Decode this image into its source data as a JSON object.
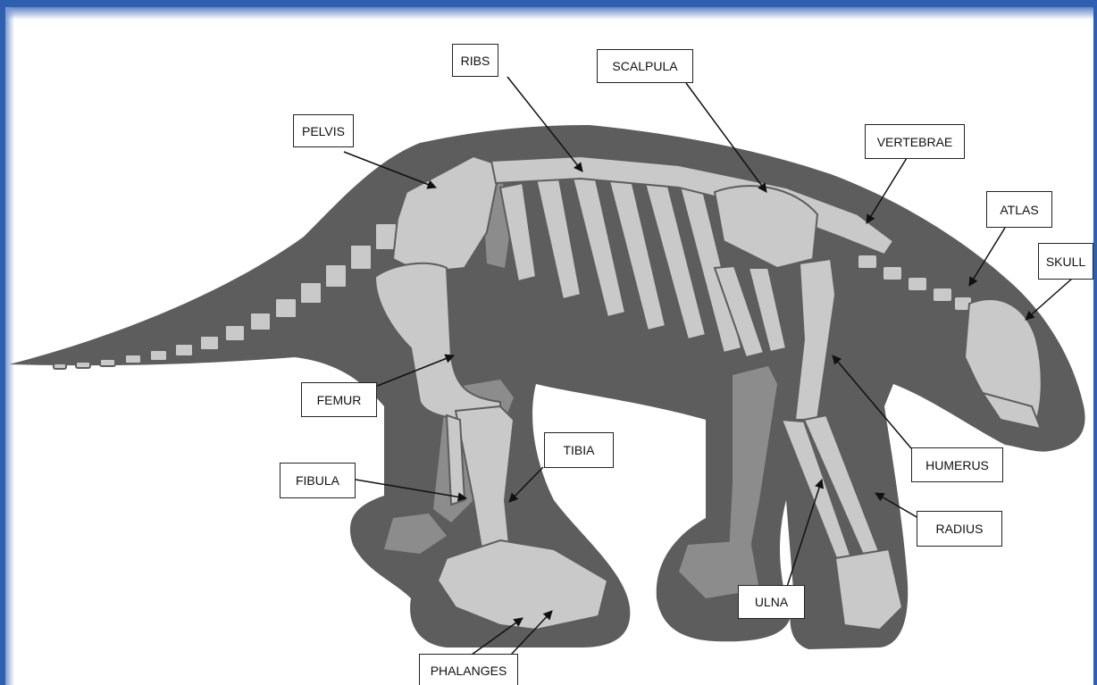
{
  "colors": {
    "silhouette": "#5d5d5d",
    "bone_light": "#c9c9c9",
    "bone_dark": "#8c8c8c",
    "window_border": "#2f5fb0"
  },
  "labels": {
    "ribs": "RIBS",
    "scapula": "SCALPULA",
    "pelvis": "PELVIS",
    "vertebrae": "VERTEBRAE",
    "atlas": "ATLAS",
    "skull": "SKULL",
    "femur": "FEMUR",
    "tibia": "TIBIA",
    "fibula": "FIBULA",
    "humerus": "HUMERUS",
    "radius": "RADIUS",
    "ulna": "ULNA",
    "phalanges": "PHALANGES"
  }
}
